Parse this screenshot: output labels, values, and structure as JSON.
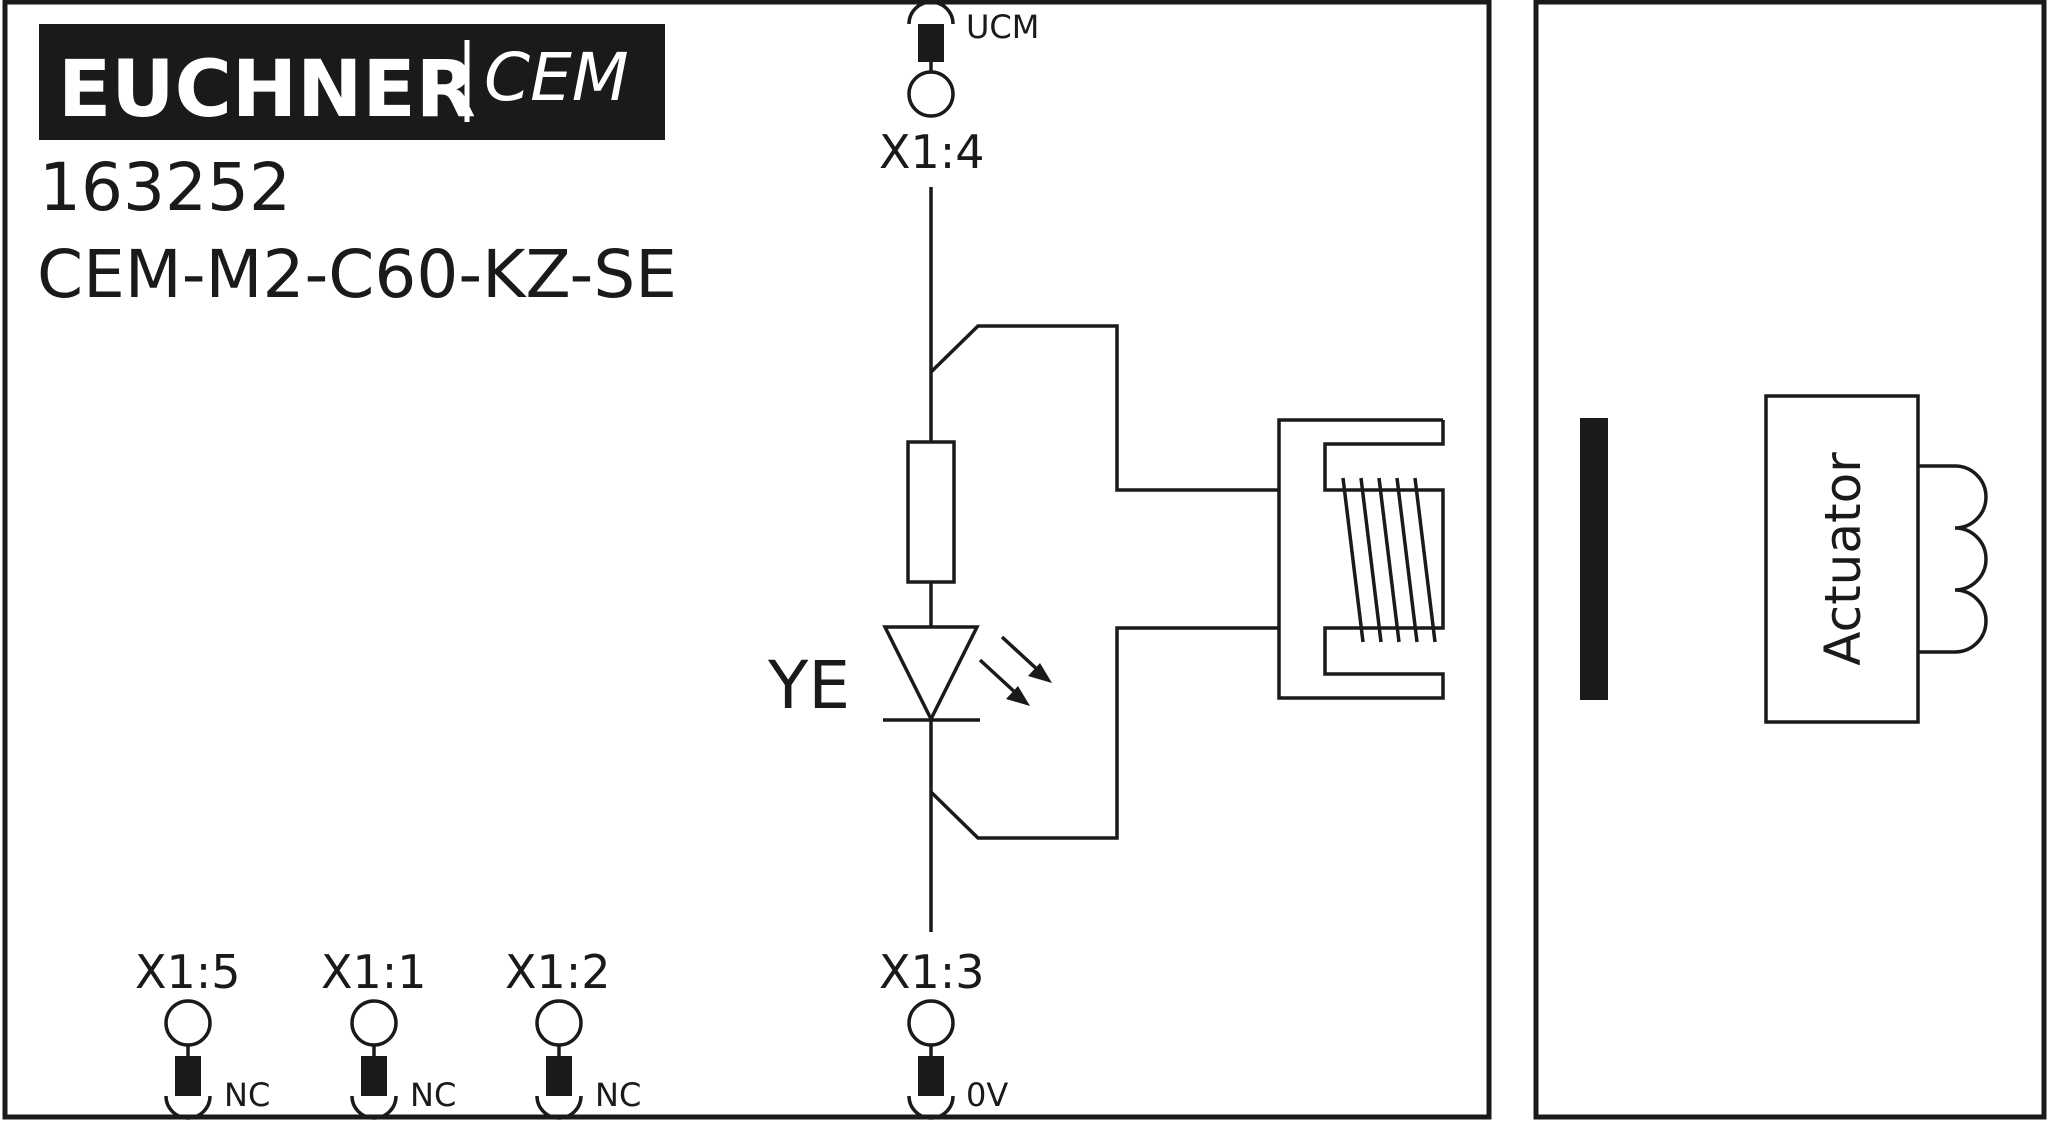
{
  "brand": {
    "name": "EUCHNER",
    "product_line": "CEM"
  },
  "device": {
    "article_number": "163252",
    "model": "CEM-M2-C60-KZ-SE"
  },
  "terminals": {
    "top": {
      "label": "X1:4",
      "signal": "UCM"
    },
    "bottom_center": {
      "label": "X1:3",
      "signal": "0V"
    },
    "bottom_1": {
      "label": "X1:5",
      "signal": "NC"
    },
    "bottom_2": {
      "label": "X1:1",
      "signal": "NC"
    },
    "bottom_3": {
      "label": "X1:2",
      "signal": "NC"
    }
  },
  "led": {
    "color_label": "YE"
  },
  "actuator": {
    "label": "Actuator"
  },
  "colors": {
    "line": "#1a1a1a",
    "background": "#ffffff",
    "logo_bg": "#1a1a1a"
  }
}
